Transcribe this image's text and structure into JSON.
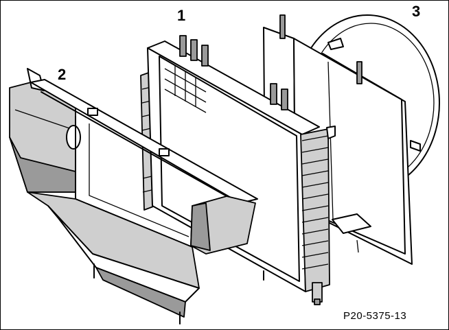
{
  "figure": {
    "callouts": [
      {
        "id": "1",
        "label": "1"
      },
      {
        "id": "2",
        "label": "2"
      },
      {
        "id": "3",
        "label": "3"
      }
    ],
    "reference_code": "P20-5375-13"
  },
  "colors": {
    "line": "#000000",
    "background": "#ffffff",
    "shade_light": "#cfcfcf",
    "shade_dark": "#9a9a9a"
  }
}
